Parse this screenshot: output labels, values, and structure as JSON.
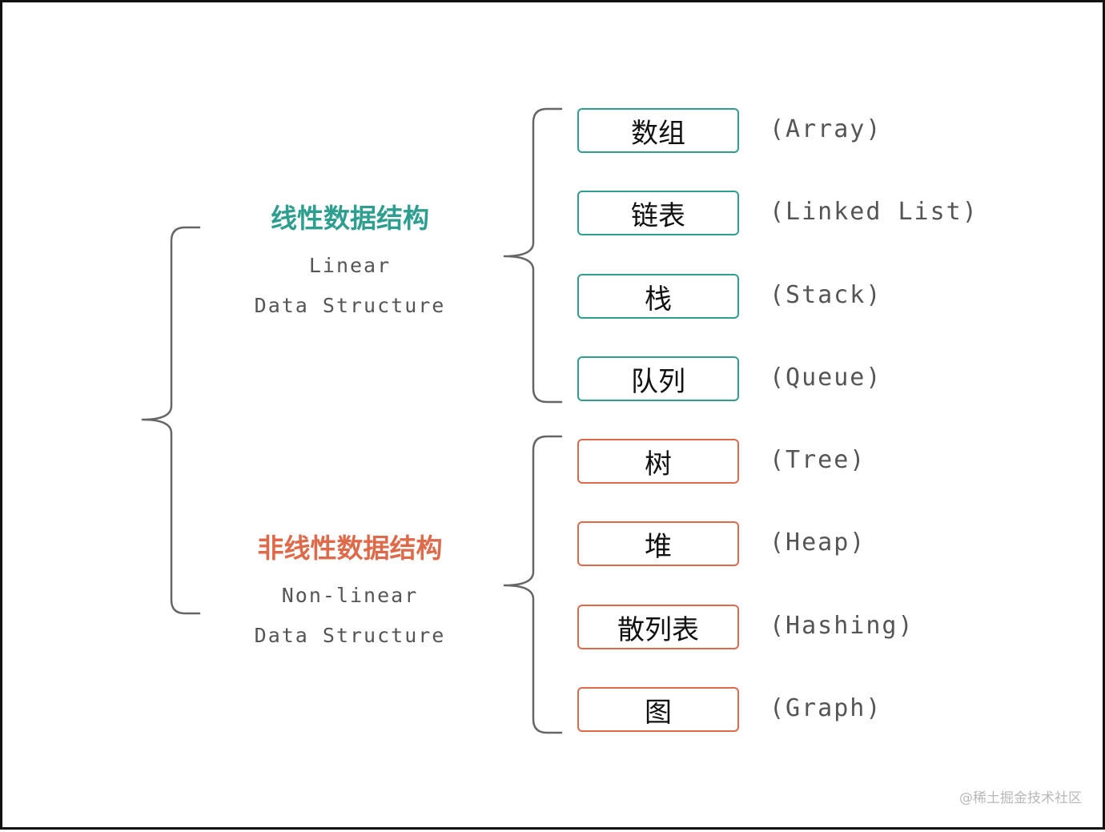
{
  "linear": {
    "title_zh": "线性数据结构",
    "title_en_line1": "Linear",
    "title_en_line2": "Data Structure",
    "color": "#2e9e8f",
    "items": [
      {
        "zh": "数组",
        "en": "(Array)"
      },
      {
        "zh": "链表",
        "en": "(Linked List)"
      },
      {
        "zh": "栈",
        "en": "(Stack)"
      },
      {
        "zh": "队列",
        "en": "(Queue)"
      }
    ]
  },
  "nonlinear": {
    "title_zh": "非线性数据结构",
    "title_en_line1": "Non-linear",
    "title_en_line2": "Data Structure",
    "color": "#de6a49",
    "items": [
      {
        "zh": "树",
        "en": "(Tree)"
      },
      {
        "zh": "堆",
        "en": "(Heap)"
      },
      {
        "zh": "散列表",
        "en": "(Hashing)"
      },
      {
        "zh": "图",
        "en": "(Graph)"
      }
    ]
  },
  "watermark": "@稀土掘金技术社区"
}
